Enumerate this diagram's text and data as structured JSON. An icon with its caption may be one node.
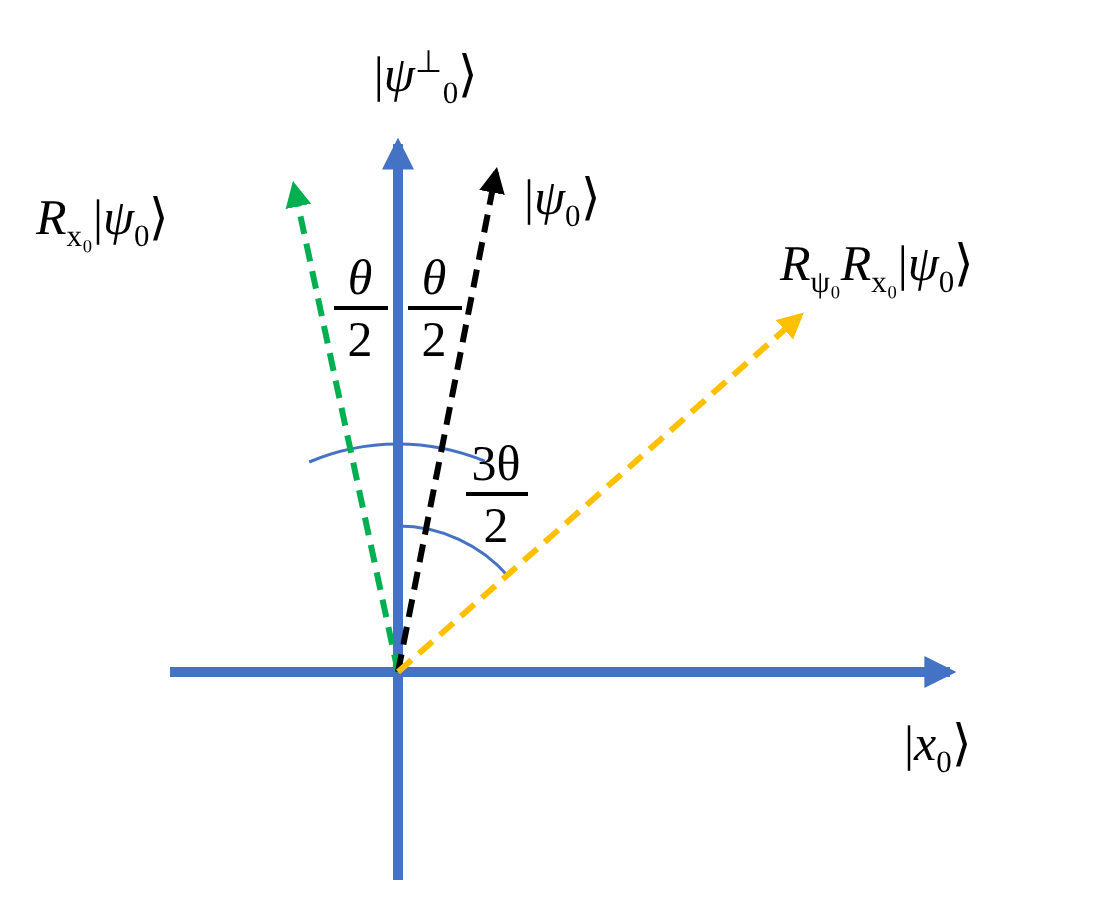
{
  "diagram": {
    "labels": [
      "|*ψ*$^{⊥}$$_{0}$⟩",
      "*R*$_{x₀}$|*ψ*$_{0}$⟩",
      "|*ψ*$_{0}$⟩",
      "*R*$_{ψ₀}$*R*$_{x₀}$|*ψ*$_{0}$⟩",
      "θ",
      "2",
      "θ",
      "2",
      "3θ",
      "2",
      "|*x*$_{0}$⟩"
    ]
  }
}
